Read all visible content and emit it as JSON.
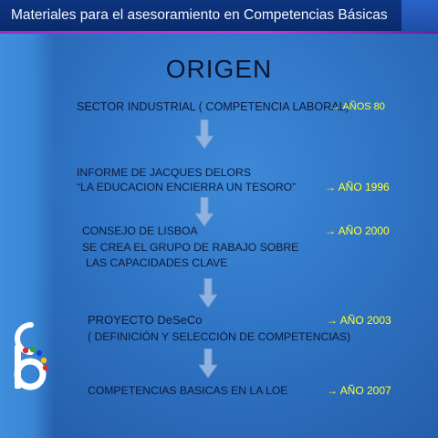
{
  "header": {
    "title": "Materiales para el asesoramiento en Competencias Básicas"
  },
  "slide": {
    "title": "ORIGEN",
    "items": [
      {
        "lines": [
          "SECTOR INDUSTRIAL ( COMPETENCIA LABORAL)"
        ],
        "year": "→ AÑOS 80"
      },
      {
        "lines": [
          "INFORME DE JACQUES DELORS",
          "“LA EDUCACION ENCIERRA UN TESORO”"
        ],
        "year": "→ AÑO 1996"
      },
      {
        "lines": [
          "CONSEJO DE LISBOA",
          "SE CREA EL GRUPO DE RABAJO SOBRE",
          "LAS CAPACIDADES CLAVE"
        ],
        "year": "→ AÑO 2000"
      },
      {
        "lines": [
          "PROYECTO DeSeCo",
          "( DEFINICIÓN Y SELECCIÓN DE COMPETENCIAS)"
        ],
        "year": "→ AÑO 2003"
      },
      {
        "lines": [
          "COMPETENCIAS BASICAS EN LA LOE"
        ],
        "year": "→ AÑO 2007"
      }
    ]
  },
  "colors": {
    "year_text": "#ffff2e",
    "body_text": "#0d1a3a",
    "arrow": "#8fb3e0"
  },
  "icons": {
    "flow_arrow": "down-arrow-icon",
    "logo": "cb-logo-icon"
  }
}
